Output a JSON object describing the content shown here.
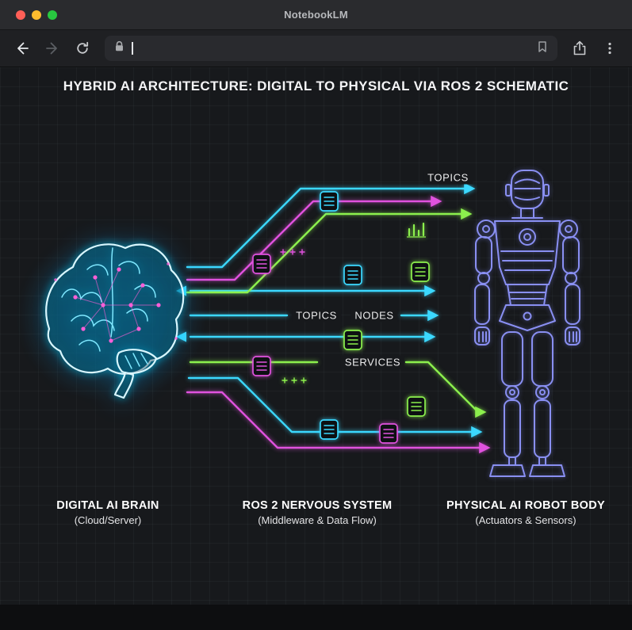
{
  "window": {
    "title": "NotebookLM"
  },
  "toolbar": {
    "url_value": "",
    "icons": {
      "back": "left-arrow",
      "forward": "right-arrow",
      "reload": "circular-arrow",
      "lock": "padlock",
      "bookmark": "bookmark-flag",
      "share": "box-with-up-arrow",
      "menu": "vertical-three-dots"
    }
  },
  "diagram": {
    "title": "HYBRID AI ARCHITECTURE: DIGITAL TO PHYSICAL VIA ROS 2 SCHEMATIC",
    "flow_labels": {
      "topics_top": "TOPICS",
      "topics_mid": "TOPICS",
      "nodes": "NODES",
      "services": "SERVICES"
    },
    "columns": [
      {
        "title": "DIGITAL AI BRAIN",
        "subtitle": "(Cloud/Server)"
      },
      {
        "title": "ROS 2 NERVOUS SYSTEM",
        "subtitle": "(Middleware & Data Flow)"
      },
      {
        "title": "PHYSICAL AI ROBOT BODY",
        "subtitle": "(Actuators & Sensors)"
      }
    ],
    "colors": {
      "cyan": "#3bd8ff",
      "magenta": "#e052de",
      "green": "#8cf04d",
      "robot_outline": "#898ff2",
      "brain_glow": "#57e4ff",
      "canvas_background": "#17191c"
    }
  }
}
